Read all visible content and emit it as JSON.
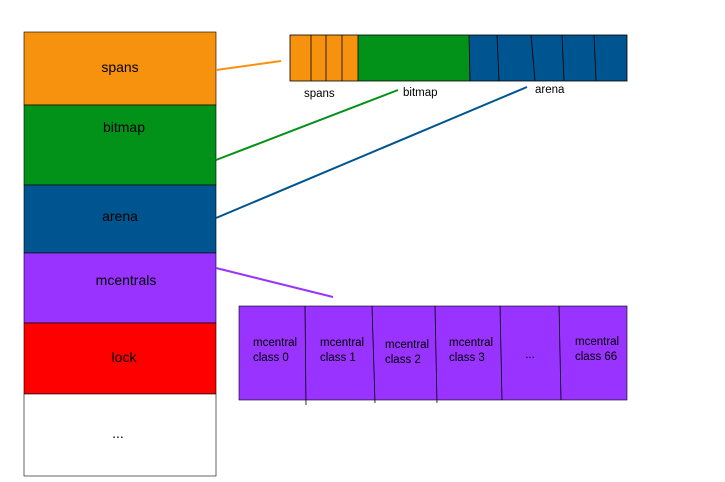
{
  "colors": {
    "spans": "#F7920E",
    "bitmap": "#02921A",
    "arena": "#00548F",
    "mcentrals": "#9933FF",
    "lock": "#FF0000",
    "other": "#FFFFFF"
  },
  "stack": {
    "spans": "spans",
    "bitmap": "bitmap",
    "arena": "arena",
    "mcentrals": "mcentrals",
    "lock": "lock",
    "other": "..."
  },
  "memory_bar": {
    "spans": "spans",
    "bitmap": "bitmap",
    "arena": "arena"
  },
  "mcentral_row": {
    "cells": [
      [
        "mcentral",
        "class 0"
      ],
      [
        "mcentral",
        "class 1"
      ],
      [
        "mcentral",
        "class 2"
      ],
      [
        "mcentral",
        "class 3"
      ],
      [
        "..."
      ],
      [
        "mcentral",
        "class 66"
      ]
    ]
  }
}
